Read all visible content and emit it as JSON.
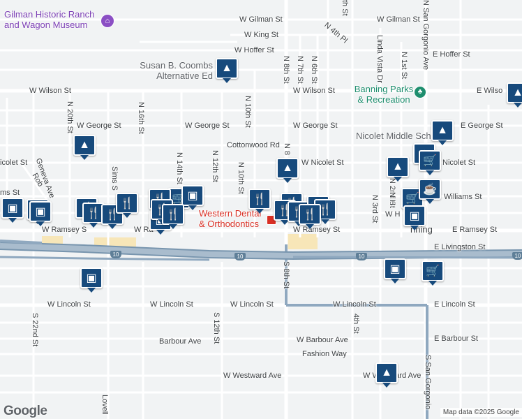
{
  "colors": {
    "land": "#f1f3f4",
    "road": "#ffffff",
    "freeway": "#8fa8bf",
    "highlight": "#8fa8bf",
    "pin": "#174a7c",
    "sand": "#f7e6b8"
  },
  "streets": {
    "w_gilman_st": "W Gilman St",
    "w_gilman_st_2": "W Gilman St",
    "w_king_st": "W King St",
    "n_4th_pl": "N 4th Pl",
    "w_hoffer_st": "W Hoffer St",
    "e_hoffer_st": "E Hoffer St",
    "w_wilson_st": "W Wilson St",
    "w_wilson_st_2": "W Wilson St",
    "e_wilson": "E Wilso",
    "w_george_st": "W George St",
    "w_george_st_2": "W George St",
    "e_george_st": "E George St",
    "cottonwood_rd": "Cottonwood Rd",
    "w_nicolet_st": "W Nicolet St",
    "nicolet_st_left": "icolet St",
    "nicolet_st_right": "Nicolet St",
    "williams_st": "Williams St",
    "williams_left": "ms St",
    "w_ramsey_st": "W Ramsey St",
    "w_ramsey_left": "W Ramsey S",
    "w_ra_st": "W Ra",
    "e_ramsey_st": "E Ramsey St",
    "e_livingston_st": "E Livingston St",
    "w_lincoln_st": "W Lincoln St",
    "w_lincoln_st_2": "W Lincoln St",
    "w_lincoln_st_3": "W Lincoln St",
    "e_lincoln_st": "E Lincoln St",
    "barbour_ave": "Barbour Ave",
    "w_barbour_ave": "W Barbour Ave",
    "e_barbour_st": "E Barbour St",
    "fashion_way": "Fashion Way",
    "w_westward_ave": "W Westward Ave",
    "w_westward_ave_2": "W Westward Ave",
    "n_20th_st": "N 20th St",
    "n_16th_st": "N 16th St",
    "n_14th_st": "N 14th St",
    "n_12th_st": "N 12th St",
    "n_10th_st": "N 10th St",
    "n_10th_st_2": "N 10th St",
    "n_8th_st": "N 8th St",
    "n_7th_st": "N 7th St",
    "n_6th_st": "N 6th St",
    "n_8_short": "N 8",
    "n_2nd_st": "N 2nd St",
    "n_1st_st": "N 1st St",
    "n_3rd_st": "N 3rd St",
    "linda_vista_dr": "Linda Vista Dr",
    "n_san_gorgonio_ave": "N San Gorgonio Ave",
    "geneva_ave": "Geneva Ave",
    "roberts": "Rob",
    "sims_st": "Sims S",
    "s_8th_st": "S 8th St",
    "s_12th_st": "S 12th St",
    "s_22nd_st": "S 22nd St",
    "4th_st": "4th St",
    "lovell": "Lovell",
    "s_san_gorgonio": "S San Gorgonio",
    "n_h": "N H",
    "w_h": "W H",
    "inning": "nning",
    "n_4th_top": "th St"
  },
  "pois": {
    "museum": "Gilman Historic Ranch and Wagon Museum",
    "school_alt": "Susan B. Coombs Alternative Ed",
    "parks": "Banning Parks & Recreation",
    "middle_school": "Nicolet Middle Sch",
    "dental": "Western Dental & Orthodontics"
  },
  "highway": {
    "route": "10"
  },
  "footer": {
    "logo": "Google",
    "attribution": "Map data ©2025 Google"
  }
}
